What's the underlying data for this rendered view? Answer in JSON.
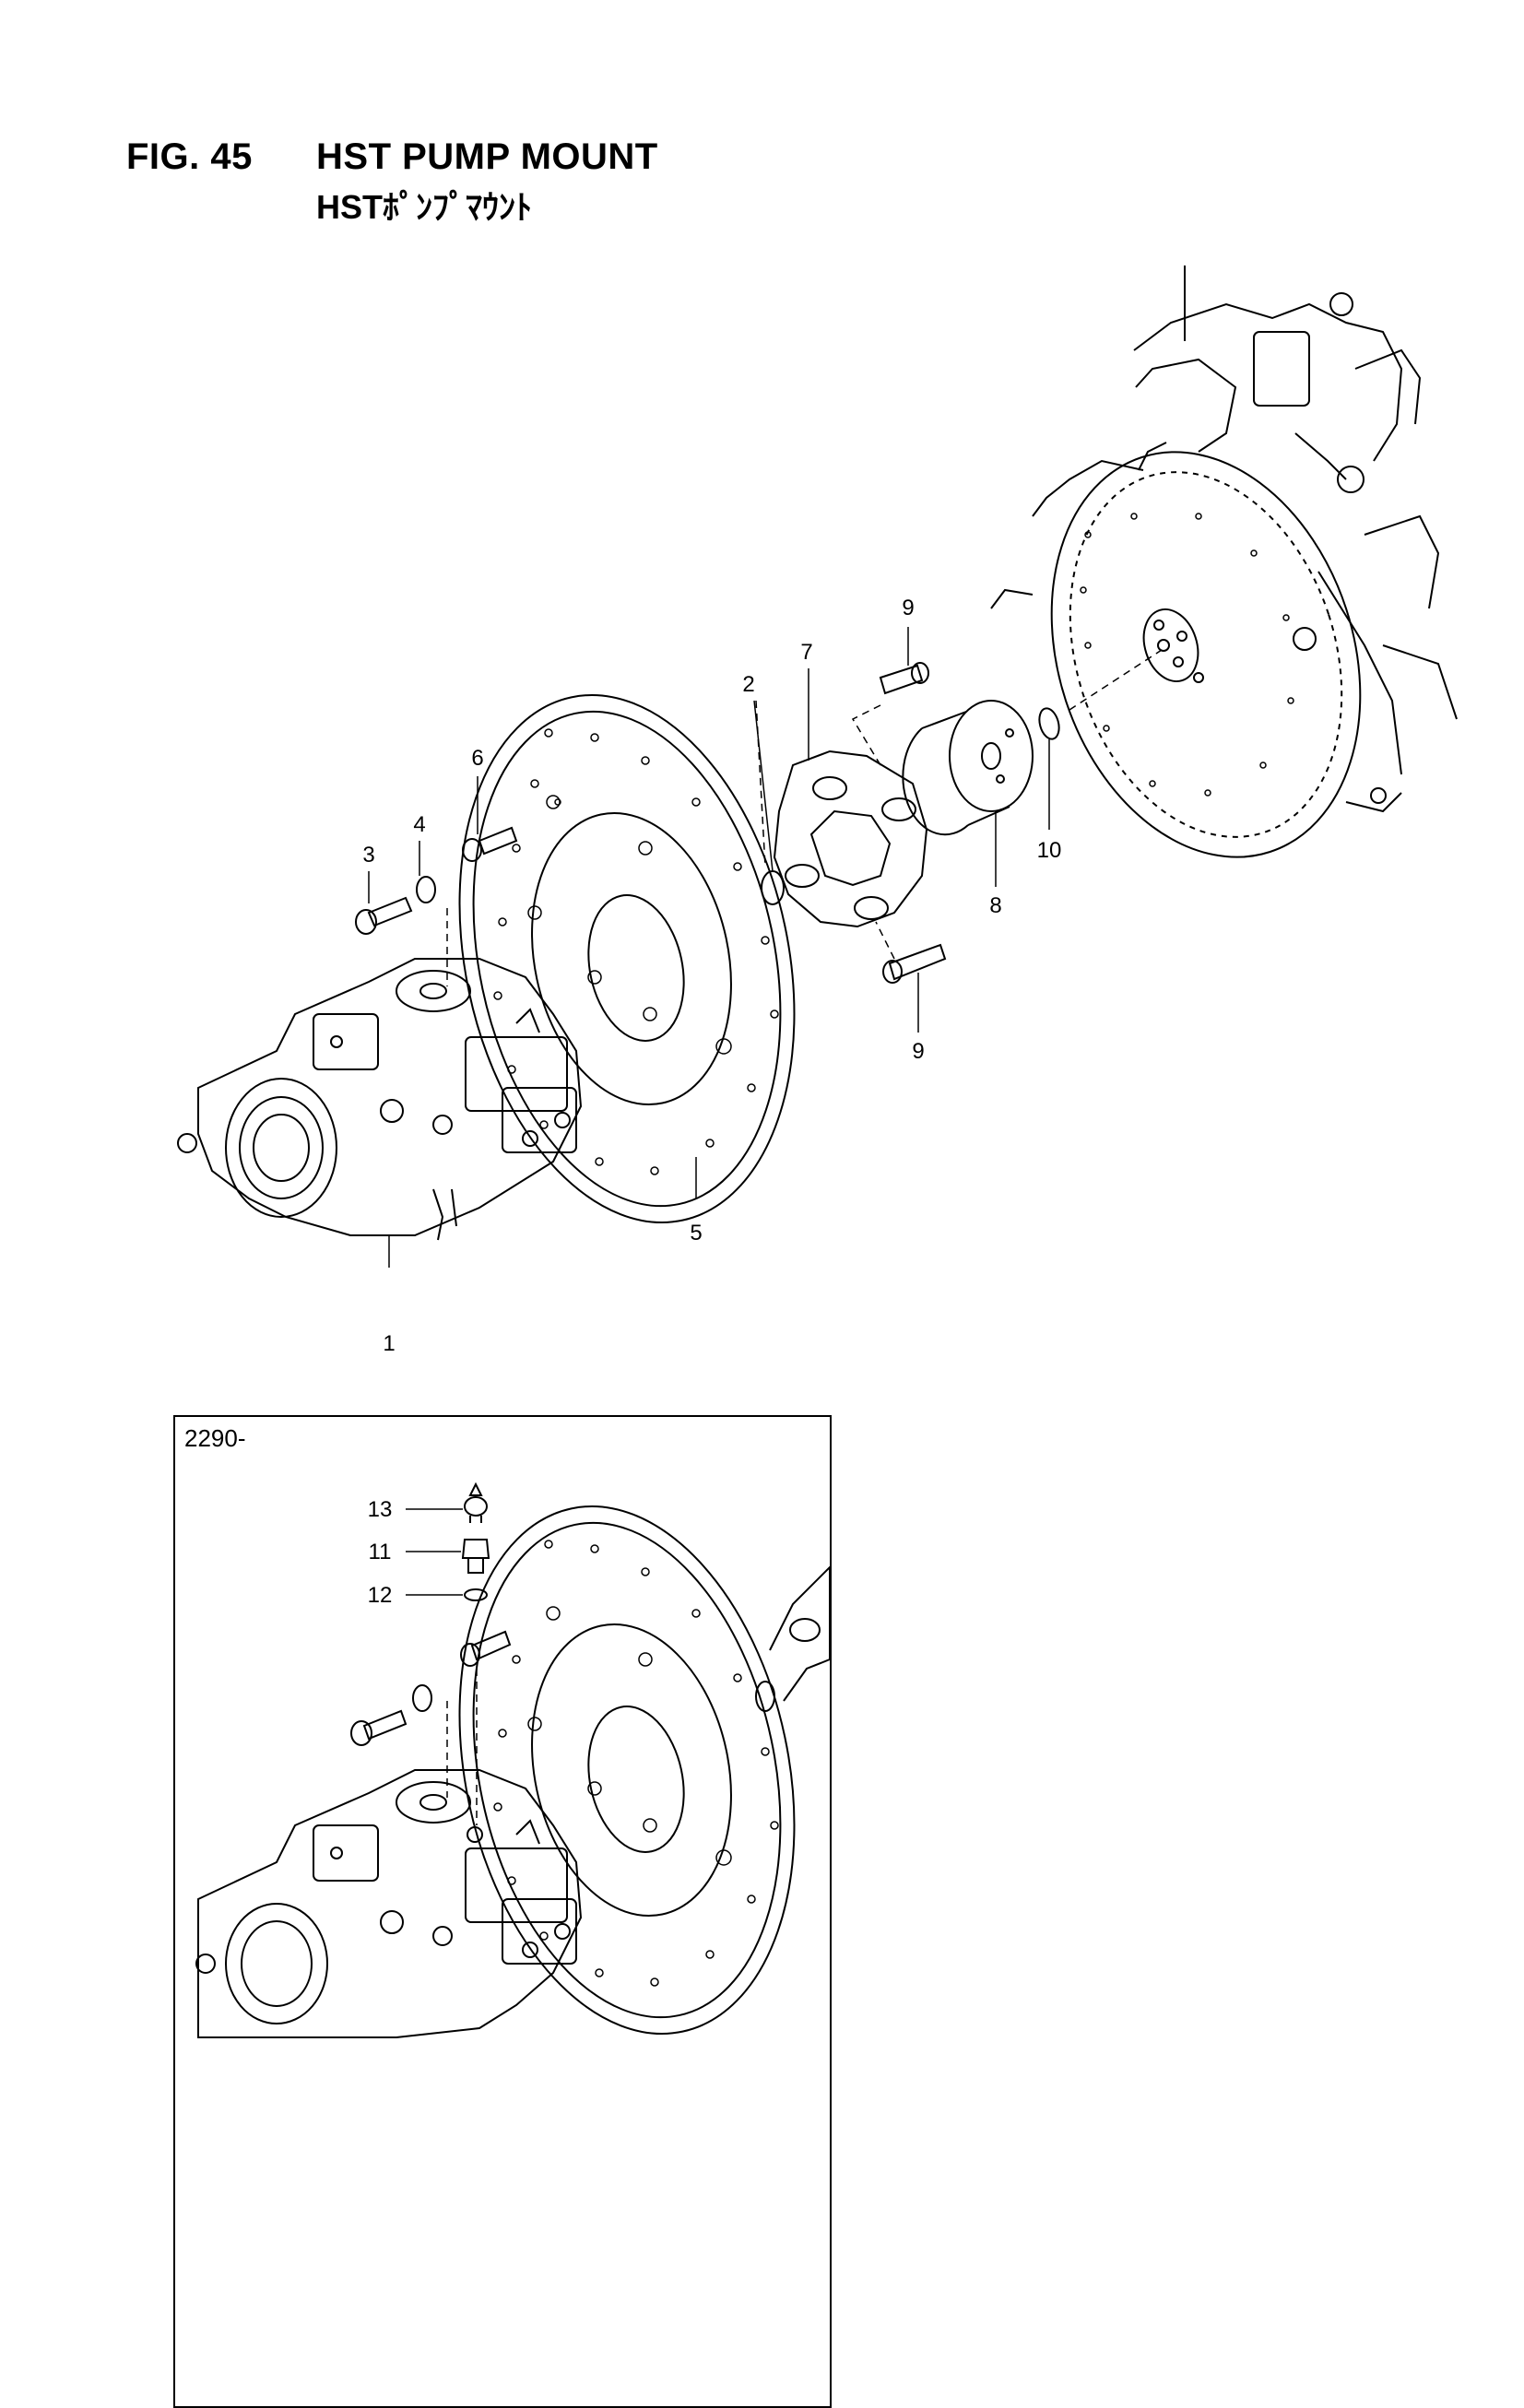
{
  "figure": {
    "number_label": "FIG. 45",
    "title_en": "HST PUMP MOUNT",
    "title_jp": "HSTﾎﾟﾝﾌﾟﾏｳﾝﾄ"
  },
  "main_callouts": {
    "c1": "1",
    "c2": "2",
    "c3": "3",
    "c4": "4",
    "c5": "5",
    "c6": "6",
    "c7": "7",
    "c8": "8",
    "c9a": "9",
    "c9b": "9",
    "c10": "10"
  },
  "inset": {
    "serial_label": "2290-",
    "callouts": {
      "c11": "11",
      "c12": "12",
      "c13": "13"
    }
  }
}
